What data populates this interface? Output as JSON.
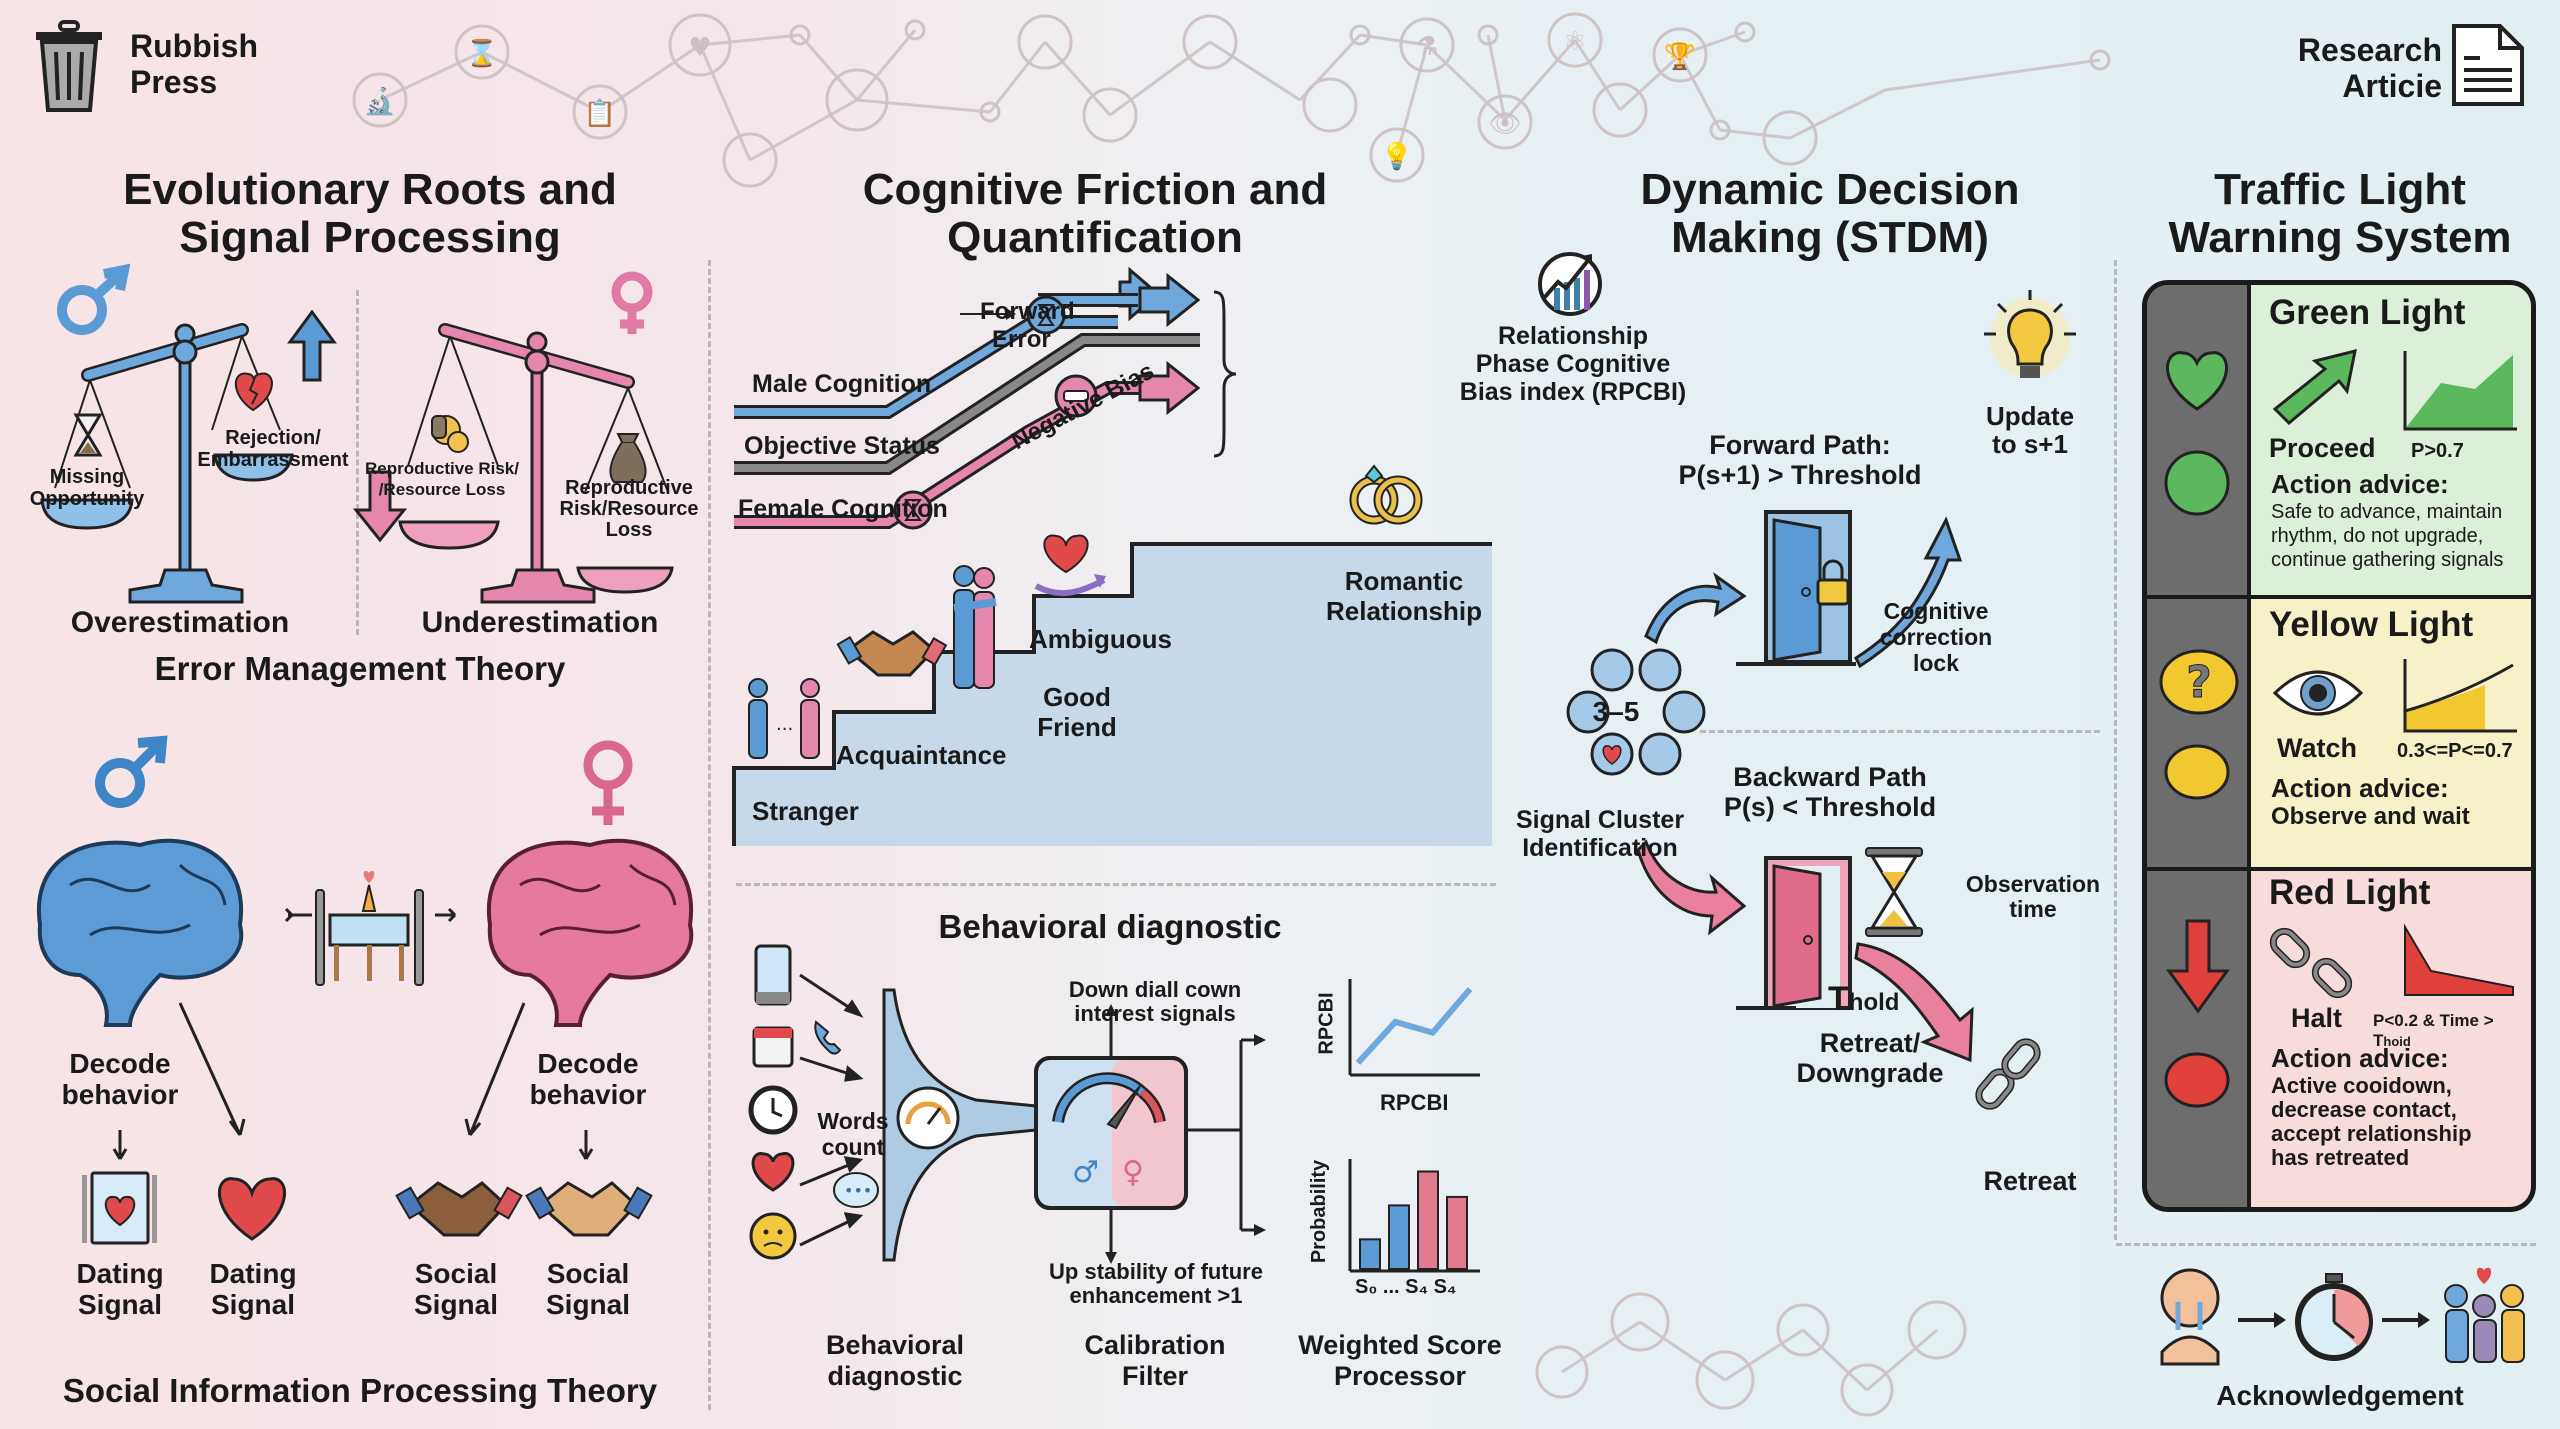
{
  "brand": {
    "name_line1": "Rubbish",
    "name_line2": "Press",
    "icon": "trash-can-icon"
  },
  "article_badge": {
    "line1": "Research",
    "line2": "Articie",
    "icon": "document-icon"
  },
  "decorative_icons_top": [
    "microscope-icon",
    "hourglass-icon",
    "clipboard-icon",
    "heart-icon",
    "network-icon",
    "head-circuit-icon",
    "brain-icon",
    "heartbeat-icon",
    "chart-icon",
    "brain-icon",
    "lightbulb-icon",
    "flask-icon",
    "eye-icon",
    "atom-icon",
    "broken-link-icon",
    "trophy-icon",
    "couple-icon"
  ],
  "decorative_icons_bottom": [
    "flask-icon",
    "doctor-icon",
    "network-icon",
    "eye-icon",
    "trophy-icon",
    "atom-icon"
  ],
  "section1": {
    "title_line1": "Evolutionary Roots and",
    "title_line2": "Signal Processing",
    "emt": {
      "male_scale": {
        "left_pan_line1": "Missing",
        "left_pan_line2": "Opportunity",
        "right_pan_line1": "Rejection/",
        "right_pan_line2": "Embarrassment",
        "caption": "Overestimation"
      },
      "female_scale": {
        "left_pan_line1": "Reproductive Risk/",
        "left_pan_line2": "/Resource Loss",
        "right_pan_line1": "Reproductive",
        "right_pan_line2": "Risk/Resource",
        "right_pan_line3": "Loss",
        "caption": "Underestimation"
      },
      "title": "Error Management Theory"
    },
    "sip": {
      "male_decode_line1": "Decode",
      "male_decode_line2": "behavior",
      "female_decode_line1": "Decode",
      "female_decode_line2": "behavior",
      "signals": [
        {
          "line1": "Dating",
          "line2": "Signal",
          "icon": "dinner-card-heart-icon"
        },
        {
          "line1": "Dating",
          "line2": "Signal",
          "icon": "heart-icon"
        },
        {
          "line1": "Social",
          "line2": "Signal",
          "icon": "handshake-icon"
        },
        {
          "line1": "Social",
          "line2": "Signal",
          "icon": "handshake-icon"
        }
      ],
      "title": "Social Information Processing Theory"
    }
  },
  "section2": {
    "title_line1": "Cognitive Friction and",
    "title_line2": "Quantification",
    "lines": {
      "male": "Male Cognition",
      "objective": "Objective Status",
      "female": "Female Cognition",
      "forward_error_line1": "Forward",
      "forward_error_line2": "Error",
      "negative_bias": "Negative Bias"
    },
    "rpcbi_line1": "Relationship",
    "rpcbi_line2": "Phase Cognitive",
    "rpcbi_line3": "Bias index (RPCBI)",
    "stairs": [
      "Stranger",
      "Acquaintance",
      "Good",
      "Friend",
      "Ambiguous",
      "Romantic",
      "Relationship"
    ],
    "diagnostic": {
      "title": "Behavioral diagnostic",
      "words_count_line1": "Words",
      "words_count_line2": "count",
      "down_line1": "Down diall cown",
      "down_line2": "interest signals",
      "up_line1": "Up stability of future",
      "up_line2": "enhancement  >1",
      "chart_line_ylabel": "RPCBI",
      "chart_line_xlabel": "RPCBI",
      "chart_bar_ylabel": "Probability",
      "chart_bar_xlabel": "S₀ ... S₄ S₄",
      "cap_behavioral_line1": "Behavioral",
      "cap_behavioral_line2": "diagnostic",
      "cap_filter_line1": "Calibration",
      "cap_filter_line2": "Filter",
      "cap_processor_line1": "Weighted Score",
      "cap_processor_line2": "Processor"
    }
  },
  "section3": {
    "title_line1": "Dynamic Decision",
    "title_line2": "Making (STDM)",
    "update_line1": "Update",
    "update_line2": "to s+1",
    "forward_line1": "Forward Path:",
    "forward_line2": "P(s+1) > Threshold",
    "lock_line1": "Cognitive",
    "lock_line2": "correction",
    "lock_line3": "lock",
    "cluster_count": "3–5",
    "cluster_line1": "Signal Cluster",
    "cluster_line2": "Identification",
    "backward_line1": "Backward Path",
    "backward_line2": "P(s) < Threshold",
    "observation_line1": "Observation",
    "observation_line2": "time",
    "thold_T": "T",
    "thold_sub": "hold",
    "retreat_line1": "Retreat/",
    "retreat_line2": "Downgrade",
    "retreat": "Retreat"
  },
  "section4": {
    "title_line1": "Traffic Light",
    "title_line2": "Warning System",
    "green": {
      "title": "Green Light",
      "action": "Proceed",
      "cond": "P>0.7",
      "advice_head": "Action advice:",
      "advice_lines": [
        "Safe to advance, maintain",
        "rhythm, do not upgrade,",
        "continue gathering signals"
      ],
      "color": "#5cb85c",
      "bg": "#dcefd8"
    },
    "yellow": {
      "title": "Yellow Light",
      "action": "Watch",
      "cond": "0.3<=P<=0.7",
      "advice_head": "Action advice:",
      "advice_lines": [
        "Observe and wait"
      ],
      "color": "#f2c830",
      "bg": "#f7f1c8"
    },
    "red": {
      "title": "Red Light",
      "action": "Halt",
      "cond": "P<0.2 & Time > T",
      "cond_sub": "hoid",
      "advice_head": "Action advice:",
      "advice_lines": [
        "Active cooidown,",
        "decrease contact,",
        "accept relationship",
        "has retreated"
      ],
      "color": "#e0403c",
      "bg": "#f7dcdc"
    },
    "acknowledgement": "Acknowledgement"
  }
}
